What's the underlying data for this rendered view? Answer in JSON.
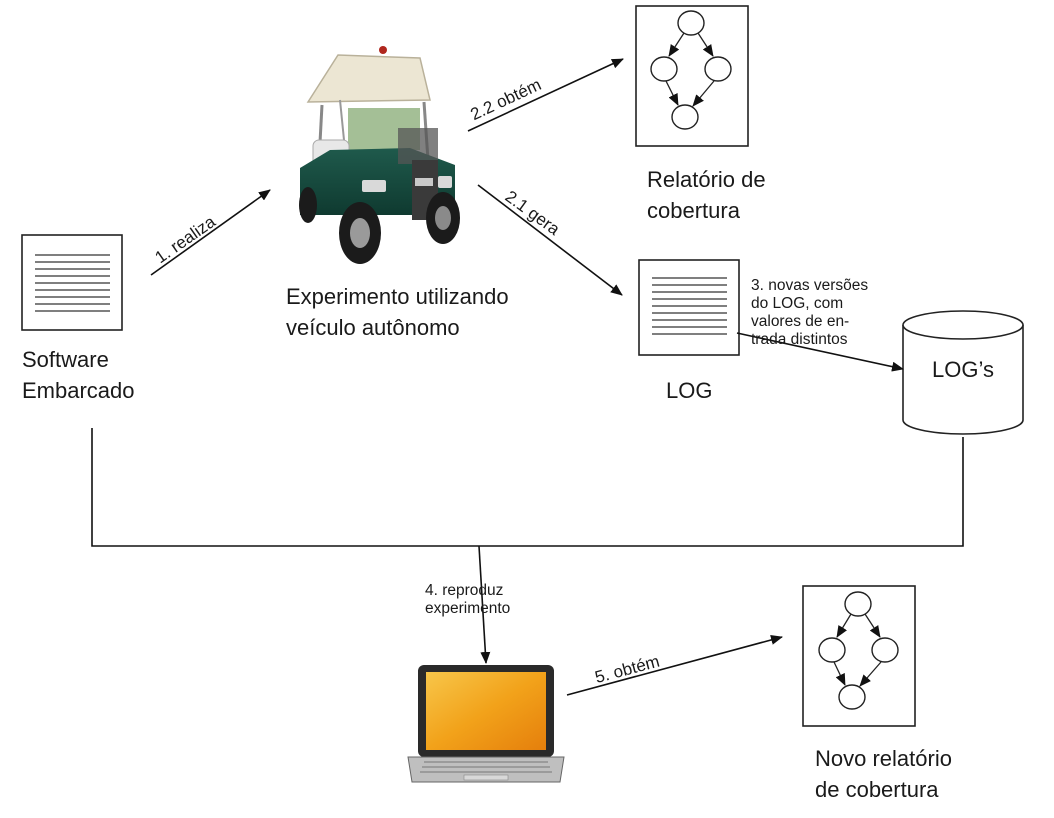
{
  "nodes": {
    "software": "Software\nEmbarcado",
    "experiment": "Experimento utilizando\nveículo autônomo",
    "coverage_report": "Relatório de\ncobertura",
    "log": "LOG",
    "logs_db": "LOG’s",
    "new_report": "Novo relatório\nde cobertura"
  },
  "edges": {
    "e1": "1. realiza",
    "e21": "2.1 gera",
    "e22": "2.2 obtém",
    "e3": "3. novas versões\ndo LOG, com\nvalores de en-\ntrada distintos",
    "e4": "4. reproduz\nexperimento",
    "e5": "5. obtém"
  },
  "icons": [
    "document-icon",
    "golf-cart-photo",
    "flowgraph-icon",
    "database-cylinder",
    "laptop-icon"
  ]
}
